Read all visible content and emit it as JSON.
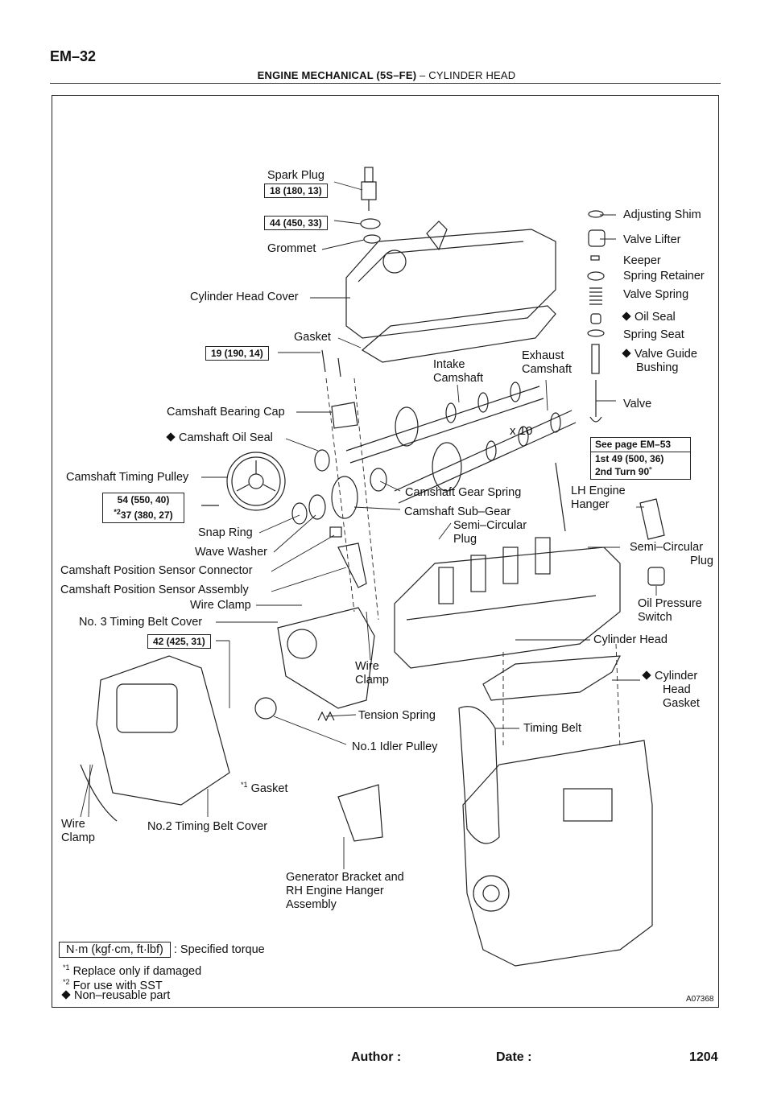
{
  "header": {
    "page_code": "EM–32",
    "section": "ENGINE MECHANICAL (5S–FE)",
    "separator": "–",
    "subsection": "CYLINDER HEAD"
  },
  "figure_code": "A07368",
  "labels": {
    "spark_plug": "Spark Plug",
    "grommet": "Grommet",
    "cylinder_head_cover": "Cylinder Head Cover",
    "gasket": "Gasket",
    "camshaft_bearing_cap": "Camshaft Bearing Cap",
    "camshaft_oil_seal": "Camshaft Oil Seal",
    "camshaft_timing_pulley": "Camshaft Timing Pulley",
    "snap_ring": "Snap Ring",
    "wave_washer": "Wave Washer",
    "cam_pos_sensor_connector": "Camshaft Position Sensor Connector",
    "cam_pos_sensor_assembly": "Camshaft Position Sensor Assembly",
    "wire_clamp": "Wire Clamp",
    "no3_timing_belt_cover": "No. 3 Timing Belt Cover",
    "intake_camshaft_1": "Intake",
    "intake_camshaft_2": "Camshaft",
    "exhaust_camshaft_1": "Exhaust",
    "exhaust_camshaft_2": "Camshaft",
    "x10": "x 10",
    "camshaft_gear_spring": "Camshaft Gear Spring",
    "camshaft_sub_gear": "Camshaft Sub–Gear",
    "semi_circular_plug_1": "Semi–Circular",
    "semi_circular_plug_2": "Plug",
    "semi_circular_plug_r1": "Semi–Circular",
    "semi_circular_plug_r2": "Plug",
    "adjusting_shim": "Adjusting Shim",
    "valve_lifter": "Valve Lifter",
    "keeper": "Keeper",
    "spring_retainer": "Spring Retainer",
    "valve_spring": "Valve Spring",
    "oil_seal": "Oil Seal",
    "spring_seat": "Spring Seat",
    "valve_guide_bushing_1": "Valve Guide",
    "valve_guide_bushing_2": "Bushing",
    "valve": "Valve",
    "lh_engine_hanger_1": "LH  Engine",
    "lh_engine_hanger_2": "Hanger",
    "oil_pressure_switch_1": "Oil  Pressure",
    "oil_pressure_switch_2": "Switch",
    "cylinder_head": "Cylinder Head",
    "cylinder_head_gasket_1": "Cylinder",
    "cylinder_head_gasket_2": "Head",
    "cylinder_head_gasket_3": "Gasket",
    "wire_clamp_mid_1": "Wire",
    "wire_clamp_mid_2": "Clamp",
    "tension_spring": "Tension Spring",
    "timing_belt": "Timing Belt",
    "no1_idler_pulley": "No.1  Idler Pulley",
    "gasket_star1": "Gasket",
    "wire_clamp_left_1": "Wire",
    "wire_clamp_left_2": "Clamp",
    "no2_timing_belt_cover": "No.2 Timing Belt Cover",
    "generator_bracket_1": "Generator Bracket and",
    "generator_bracket_2": "RH Engine Hanger",
    "generator_bracket_3": "Assembly"
  },
  "torques": {
    "spark_plug": "18 (180, 13)",
    "grommet": "44 (450, 33)",
    "head_cover_bolt": "19 (190, 14)",
    "pulley_a": "54 (550, 40)",
    "pulley_b": "37 (380, 27)",
    "timing_cover": "42 (425, 31)",
    "head_bolt_ref": "See page EM–53",
    "head_bolt_1st": "1st 49 (500, 36)",
    "head_bolt_2nd": "2nd Turn 90˚"
  },
  "markers": {
    "star": "*",
    "one": "1",
    "two": "2"
  },
  "legend": {
    "unit_box": "N·m (kgf·cm, ft·lbf)",
    "unit_desc": ": Specified torque",
    "note1": "Replace only if damaged",
    "note2": "For use with SST",
    "note3": "Non–reusable part"
  },
  "footer": {
    "author_label": "Author :",
    "date_label": "Date :",
    "page_number": "1204"
  }
}
